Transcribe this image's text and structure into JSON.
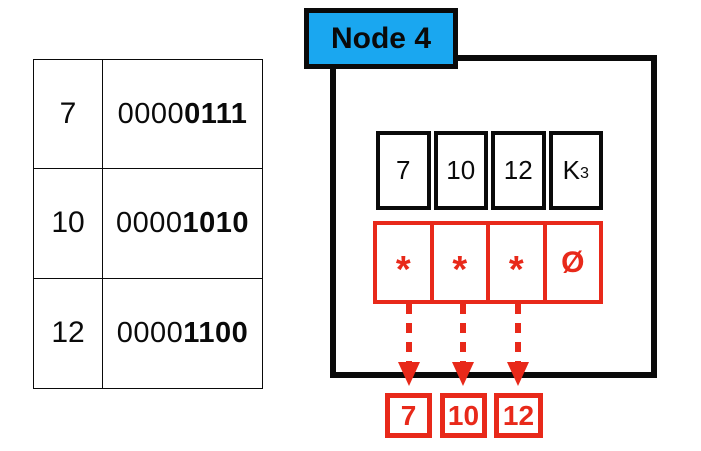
{
  "colors": {
    "accent_blue": "#1AA7F0",
    "accent_red": "#E8291A",
    "line_black": "#0A0A0A"
  },
  "binary_table": {
    "rows": [
      {
        "value": "7",
        "bits_prefix": "0000",
        "bits_suffix": "0111"
      },
      {
        "value": "10",
        "bits_prefix": "0000",
        "bits_suffix": "1010"
      },
      {
        "value": "12",
        "bits_prefix": "0000",
        "bits_suffix": "1100"
      }
    ]
  },
  "node": {
    "label": "Node 4",
    "keys": [
      {
        "base": "7",
        "sub": ""
      },
      {
        "base": "10",
        "sub": ""
      },
      {
        "base": "12",
        "sub": ""
      },
      {
        "base": "K",
        "sub": "3"
      }
    ],
    "pointers": [
      "*",
      "*",
      "*",
      "Ø"
    ]
  },
  "leaves": [
    "7",
    "10",
    "12"
  ]
}
